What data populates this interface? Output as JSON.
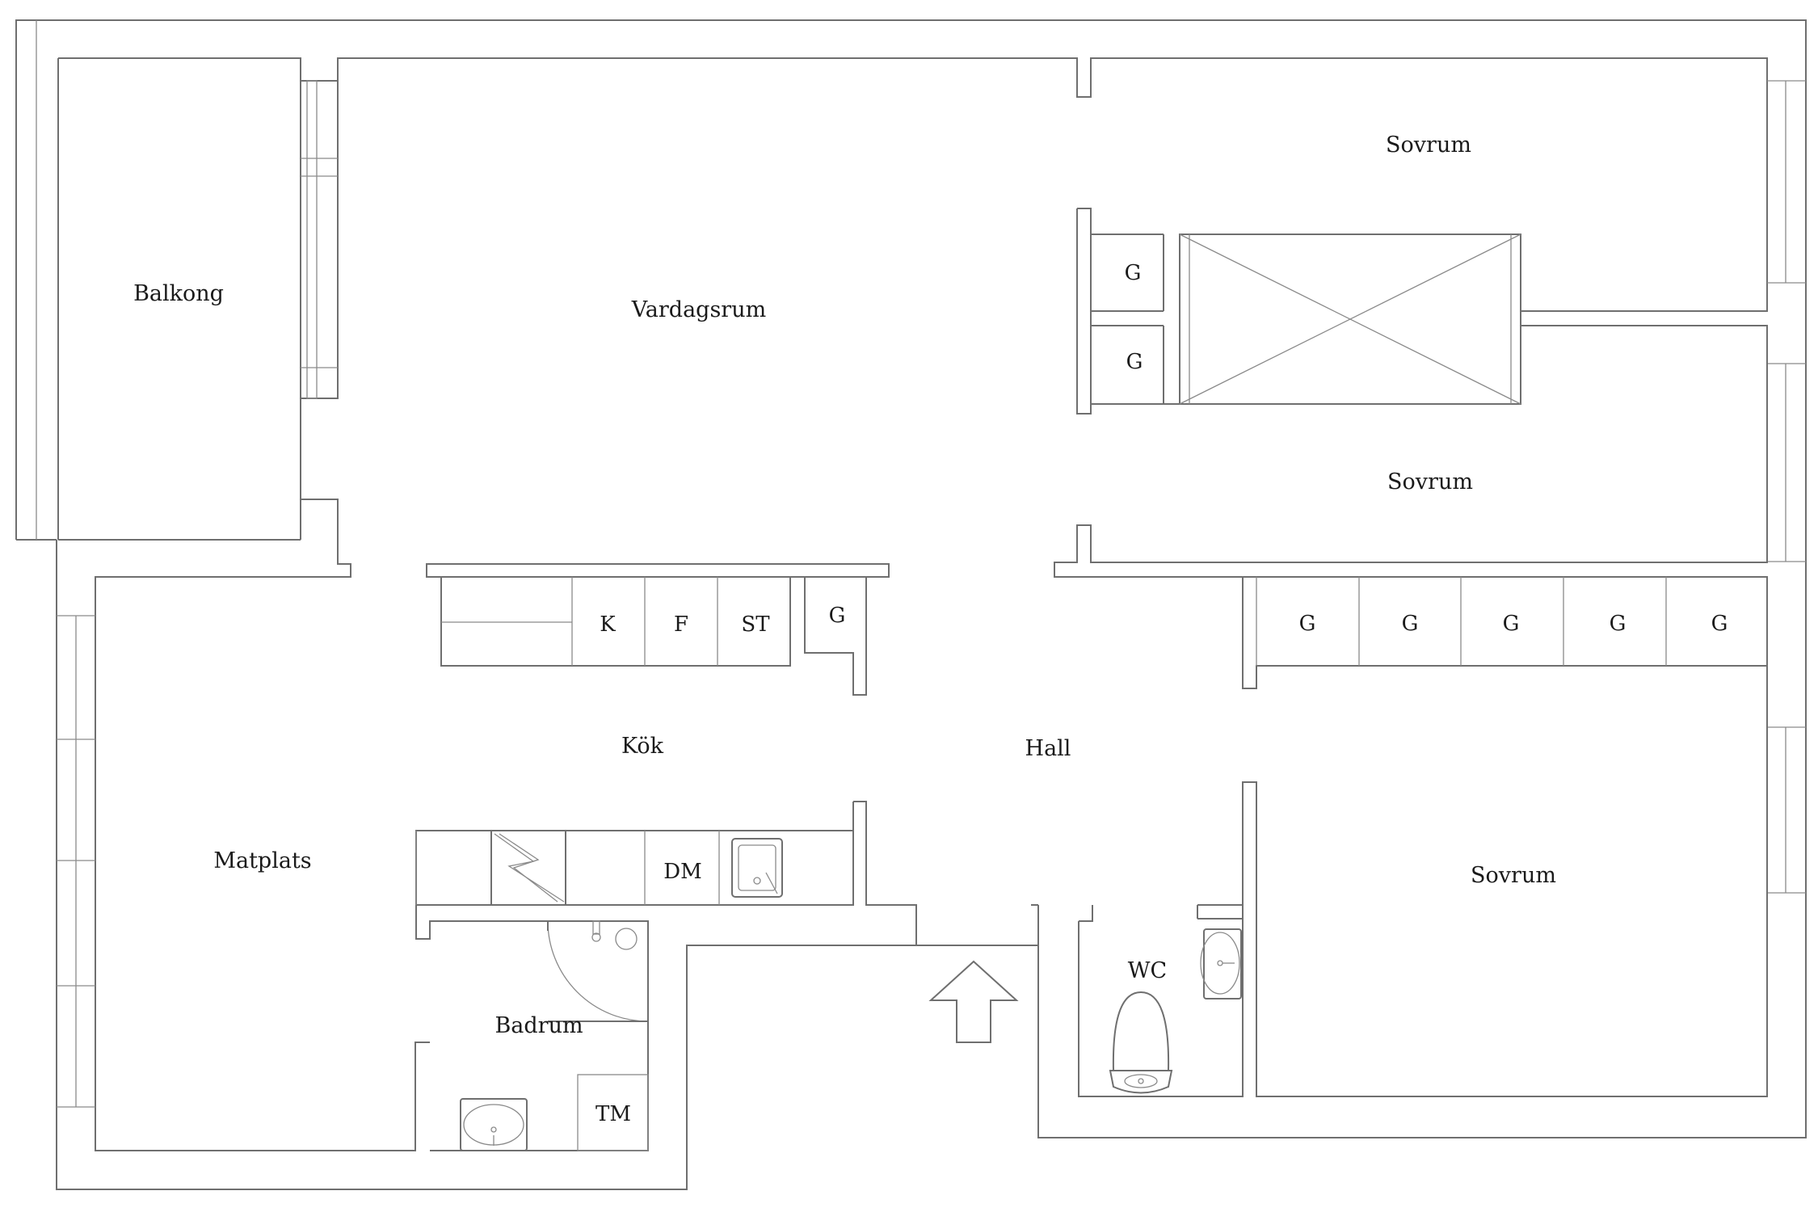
{
  "rooms": {
    "balkong": "Balkong",
    "vardagsrum": "Vardagsrum",
    "sovrum_1": "Sovrum",
    "sovrum_2": "Sovrum",
    "sovrum_3": "Sovrum",
    "kok": "Kök",
    "hall": "Hall",
    "matplats": "Matplats",
    "badrum": "Badrum",
    "wc": "WC"
  },
  "fixtures": {
    "kitchen_fridge": "K",
    "kitchen_freezer": "F",
    "kitchen_cupboard": "ST",
    "kitchen_g": "G",
    "dishwasher": "DM",
    "washing_machine": "TM",
    "wardrobe_top": "G",
    "wardrobe_bottom": "G",
    "wardrobes_row": [
      "G",
      "G",
      "G",
      "G",
      "G"
    ]
  },
  "icons": {
    "entrance": "entrance-arrow-icon",
    "shaft": "shaft-cross-icon",
    "stove": "stove-icon"
  }
}
